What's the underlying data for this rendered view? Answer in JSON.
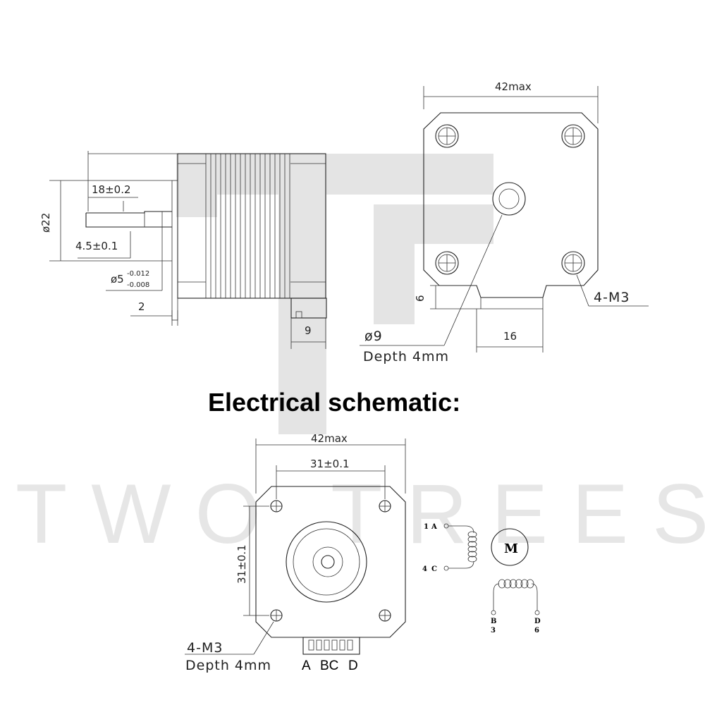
{
  "watermark": "TWO TREES",
  "side_view": {
    "shaft_diameter": "ø22",
    "shaft_length": "18±0.2",
    "flat_depth": "4.5±0.1",
    "shaft_tol_base": "ø5",
    "shaft_tol_upper": "-0.012",
    "shaft_tol_lower": "-0.008",
    "flange_thickness": "2",
    "connector_width": "9"
  },
  "end_view": {
    "width": "42max",
    "bracket_height": "6",
    "bracket_width": "16",
    "screw_label": "4-M3",
    "bore_label": "ø9",
    "bore_depth": "Depth 4mm"
  },
  "heading": "Electrical schematic:",
  "front_view": {
    "width": "42max",
    "hole_spacing_h": "31±0.1",
    "hole_spacing_v": "31±0.1",
    "screw_label": "4-M3",
    "screw_depth": "Depth 4mm",
    "pins": [
      "A",
      "BC",
      "D"
    ]
  },
  "schematic": {
    "motor_label": "M",
    "terminals": [
      {
        "letter": "A",
        "number": "1"
      },
      {
        "letter": "C",
        "number": "4"
      },
      {
        "letter": "B",
        "number": "3"
      },
      {
        "letter": "D",
        "number": "6"
      }
    ]
  }
}
